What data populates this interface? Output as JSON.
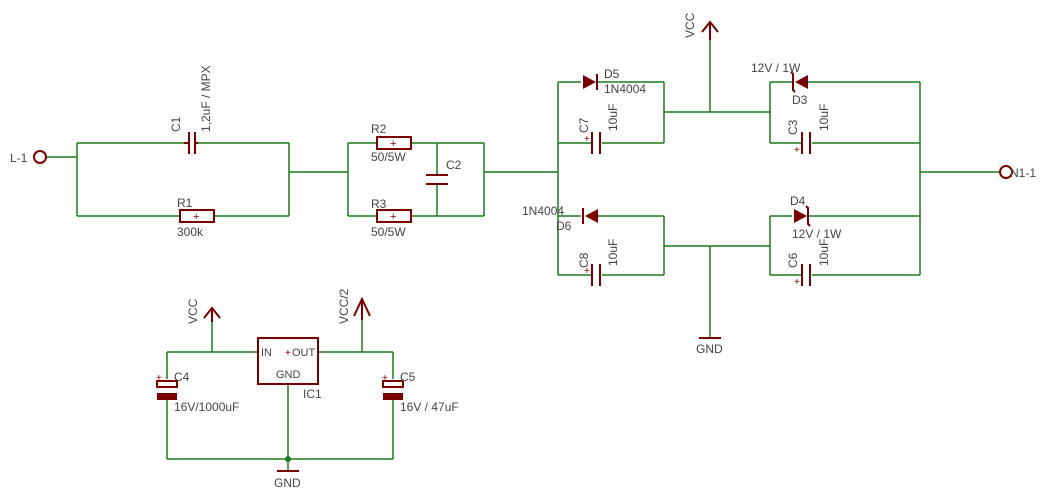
{
  "components": {
    "C1": {
      "name": "C1",
      "value": "1,2uF / MPX"
    },
    "R1": {
      "name": "R1",
      "value": "300k"
    },
    "R2": {
      "name": "R2",
      "value": "50/5W"
    },
    "R3": {
      "name": "R3",
      "value": "50/5W"
    },
    "C2": {
      "name": "C2"
    },
    "D5": {
      "name": "D5",
      "value": "1N4004"
    },
    "D6": {
      "name": "D6",
      "value": "1N4004"
    },
    "C7": {
      "name": "C7",
      "value": "10uF"
    },
    "C8": {
      "name": "C8",
      "value": "10uF"
    },
    "D3": {
      "name": "D3",
      "value": "12V / 1W"
    },
    "D4": {
      "name": "D4",
      "value": "12V / 1W"
    },
    "C3": {
      "name": "C3",
      "value": "10uF"
    },
    "C6": {
      "name": "C6",
      "value": "10uF"
    },
    "C4": {
      "name": "C4",
      "value": "16V/1000uF"
    },
    "C5": {
      "name": "C5",
      "value": "16V / 47uF"
    },
    "IC1": {
      "name": "IC1",
      "in": "IN",
      "out": "OUT",
      "gnd": "GND"
    }
  },
  "terminals": {
    "left": "L-1",
    "right": "N1-1"
  },
  "supplies": {
    "vcc_top": "VCC",
    "vcc_reg": "VCC",
    "vcc_half": "VCC/2",
    "gnd_bridge": "GND",
    "gnd_reg": "GND"
  },
  "plus_sign": "+"
}
